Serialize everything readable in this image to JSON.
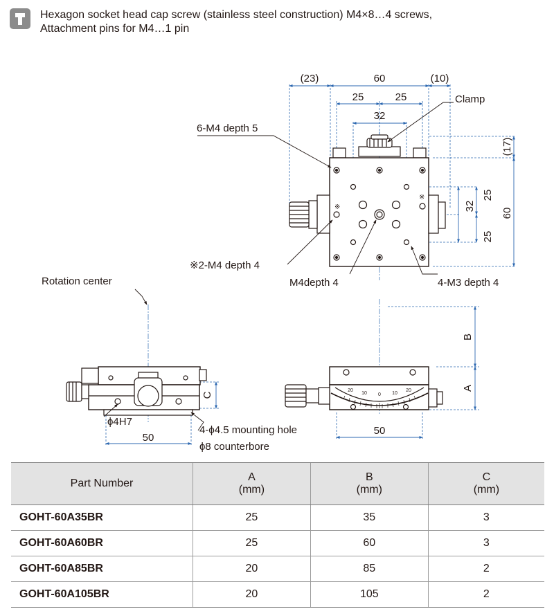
{
  "note": {
    "line1": "Hexagon socket head cap screw (stainless steel construction) M4×8…4 screws,",
    "line2": "Attachment pins for M4…1 pin"
  },
  "top_view": {
    "dim_23": "(23)",
    "dim_60": "60",
    "dim_10": "(10)",
    "dim_25a": "25",
    "dim_25b": "25",
    "dim_32": "32",
    "dim_17": "(17)",
    "dim_60v": "60",
    "dim_25v1": "25",
    "dim_32v": "32",
    "dim_25v2": "25",
    "clamp": "Clamp",
    "m4_depth5": "6-M4 depth 5",
    "m4_ref": "※2-M4 depth 4",
    "m4_depth4": "M4depth 4",
    "m3_depth4": "4-M3 depth 4",
    "ref_mark": "※"
  },
  "side_view": {
    "rotation_center": "Rotation center",
    "dim_c": "C",
    "pin_hole": "ϕ4H7",
    "dim_50": "50",
    "mounting_hole": "4-ϕ4.5 mounting hole",
    "counterbore": "ϕ8 counterbore"
  },
  "front_view": {
    "dim_b": "B",
    "dim_a": "A",
    "dim_50": "50",
    "scale_labels": [
      "20",
      "10",
      "0",
      "10",
      "20"
    ]
  },
  "table": {
    "headers": [
      {
        "line1": "Part Number",
        "line2": ""
      },
      {
        "line1": "A",
        "line2": "(mm)"
      },
      {
        "line1": "B",
        "line2": "(mm)"
      },
      {
        "line1": "C",
        "line2": "(mm)"
      }
    ],
    "rows": [
      {
        "part": "GOHT-60A35BR",
        "a": "25",
        "b": "35",
        "c": "3"
      },
      {
        "part": "GOHT-60A60BR",
        "a": "25",
        "b": "60",
        "c": "3"
      },
      {
        "part": "GOHT-60A85BR",
        "a": "20",
        "b": "85",
        "c": "2"
      },
      {
        "part": "GOHT-60A105BR",
        "a": "20",
        "b": "105",
        "c": "2"
      }
    ]
  },
  "colors": {
    "line": "#231815",
    "dim_blue": "#2b67b0",
    "table_header": "#e3e3e3"
  }
}
